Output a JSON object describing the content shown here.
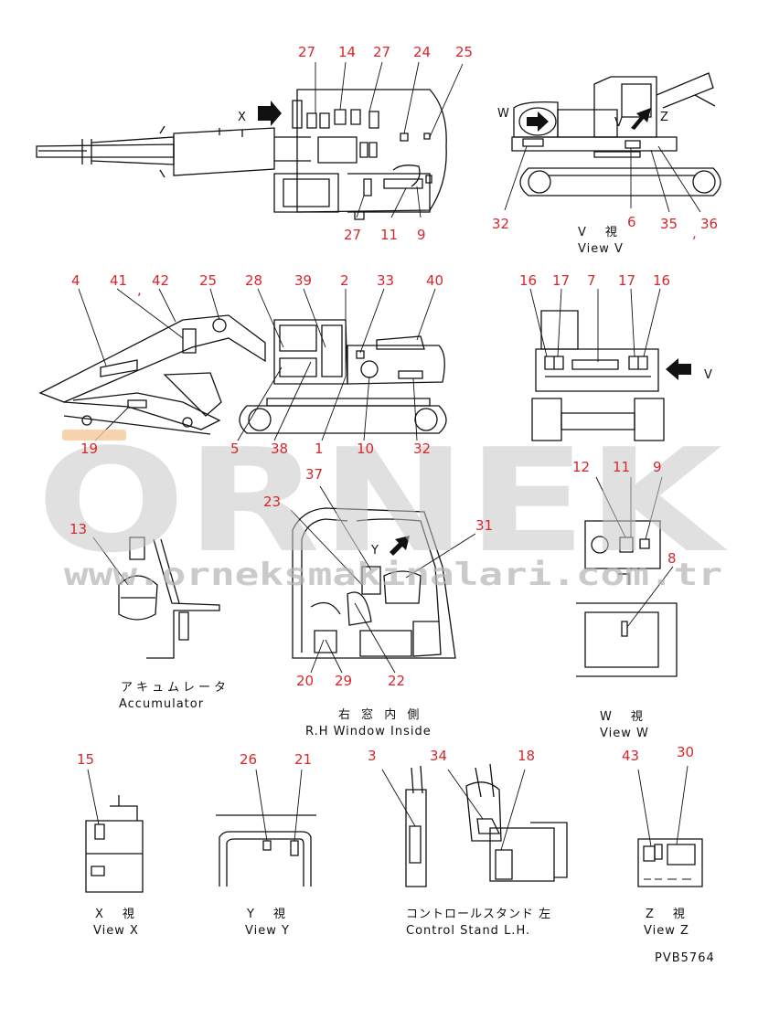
{
  "watermark": {
    "brand": "ORNEK",
    "url": "www.orneksmakinalari.com.tr"
  },
  "callouts": [
    {
      "id": "c27a",
      "text": "27"
    },
    {
      "id": "c14",
      "text": "14"
    },
    {
      "id": "c27b",
      "text": "27"
    },
    {
      "id": "c24",
      "text": "24"
    },
    {
      "id": "c25a",
      "text": "25"
    },
    {
      "id": "c27c",
      "text": "27"
    },
    {
      "id": "c11a",
      "text": "11"
    },
    {
      "id": "c9a",
      "text": "9"
    },
    {
      "id": "c32a",
      "text": "32"
    },
    {
      "id": "c6",
      "text": "6"
    },
    {
      "id": "c35",
      "text": "35"
    },
    {
      "id": "c36",
      "text": "36"
    },
    {
      "id": "c4",
      "text": "4"
    },
    {
      "id": "c41",
      "text": "41"
    },
    {
      "id": "c42",
      "text": "42"
    },
    {
      "id": "c25b",
      "text": "25"
    },
    {
      "id": "c28",
      "text": "28"
    },
    {
      "id": "c39",
      "text": "39"
    },
    {
      "id": "c2",
      "text": "2"
    },
    {
      "id": "c33",
      "text": "33"
    },
    {
      "id": "c40",
      "text": "40"
    },
    {
      "id": "c19",
      "text": "19"
    },
    {
      "id": "c5",
      "text": "5"
    },
    {
      "id": "c38",
      "text": "38"
    },
    {
      "id": "c1",
      "text": "1"
    },
    {
      "id": "c10",
      "text": "10"
    },
    {
      "id": "c32b",
      "text": "32"
    },
    {
      "id": "c16a",
      "text": "16"
    },
    {
      "id": "c17a",
      "text": "17"
    },
    {
      "id": "c7",
      "text": "7"
    },
    {
      "id": "c17b",
      "text": "17"
    },
    {
      "id": "c16b",
      "text": "16"
    },
    {
      "id": "c12",
      "text": "12"
    },
    {
      "id": "c11b",
      "text": "11"
    },
    {
      "id": "c9b",
      "text": "9"
    },
    {
      "id": "c8",
      "text": "8"
    },
    {
      "id": "c13",
      "text": "13"
    },
    {
      "id": "c37",
      "text": "37"
    },
    {
      "id": "c23",
      "text": "23"
    },
    {
      "id": "c31",
      "text": "31"
    },
    {
      "id": "c20",
      "text": "20"
    },
    {
      "id": "c29",
      "text": "29"
    },
    {
      "id": "c22",
      "text": "22"
    },
    {
      "id": "c15",
      "text": "15"
    },
    {
      "id": "c26",
      "text": "26"
    },
    {
      "id": "c21",
      "text": "21"
    },
    {
      "id": "c3",
      "text": "3"
    },
    {
      "id": "c34",
      "text": "34"
    },
    {
      "id": "c18",
      "text": "18"
    },
    {
      "id": "c43",
      "text": "43"
    },
    {
      "id": "c30",
      "text": "30"
    }
  ],
  "comma_marks": [
    ",",
    ",",
    ","
  ],
  "view_letters": {
    "x": "X",
    "v": "V",
    "w": "W",
    "y": "Y",
    "z": "Z"
  },
  "captions": {
    "view_v_jp": "V　視",
    "view_v_en": "View V",
    "accumulator_jp": "アキュムレータ",
    "accumulator_en": "Accumulator",
    "rh_window_jp": "右 窓 内 側",
    "rh_window_en": "R.H Window Inside",
    "view_w_jp": "W　視",
    "view_w_en": "View W",
    "view_x_jp": "X　視",
    "view_x_en": "View X",
    "view_y_jp": "Y　視",
    "view_y_en": "View Y",
    "control_stand_jp": "コントロールスタンド 左",
    "control_stand_en": "Control Stand L.H.",
    "view_z_jp": "Z　視",
    "view_z_en": "View Z"
  },
  "drawing_code": "PVB5764",
  "colors": {
    "callout": "#d8262b",
    "line": "#111111",
    "watermark": "#c8c8c8"
  }
}
